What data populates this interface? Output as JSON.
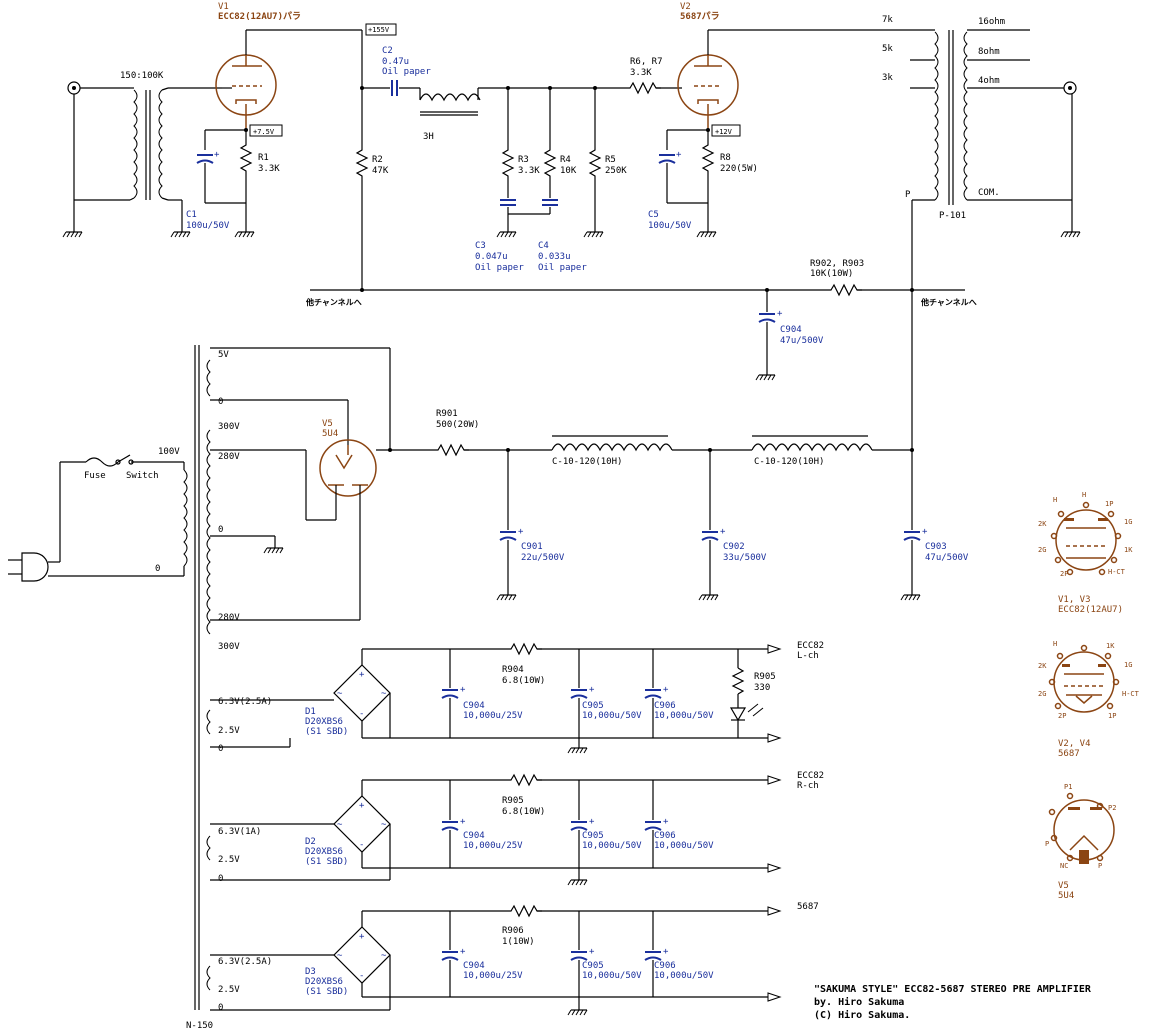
{
  "tubes": {
    "v1": {
      "ref": "V1",
      "type": "ECC82(12AU7)パラ"
    },
    "v2": {
      "ref": "V2",
      "type": "5687パラ"
    },
    "v5": {
      "ref": "V5",
      "type": "5U4"
    }
  },
  "input": {
    "transformer_ratio": "150:100K",
    "coil": "3H"
  },
  "voltages": {
    "b_plus": "+155V",
    "v1_cathode": "+7.5V",
    "v2_cathode": "+12V"
  },
  "components": {
    "c1": {
      "ref": "C1",
      "value": "100u/50V"
    },
    "c2": {
      "ref": "C2",
      "value": "0.47u",
      "note": "Oil paper"
    },
    "c3": {
      "ref": "C3",
      "value": "0.047u",
      "note": "Oil paper"
    },
    "c4": {
      "ref": "C4",
      "value": "0.033u",
      "note": "Oil paper"
    },
    "c5": {
      "ref": "C5",
      "value": "100u/50V"
    },
    "r1": {
      "ref": "R1",
      "value": "3.3K"
    },
    "r2": {
      "ref": "R2",
      "value": "47K"
    },
    "r3": {
      "ref": "R3",
      "value": "3.3K"
    },
    "r4": {
      "ref": "R4",
      "value": "10K"
    },
    "r5": {
      "ref": "R5",
      "value": "250K"
    },
    "r67": {
      "ref": "R6, R7",
      "value": "3.3K"
    },
    "r8": {
      "ref": "R8",
      "value": "220(5W)"
    },
    "r902": {
      "ref": "R902, R903",
      "value": "10K(10W)"
    },
    "c904a": {
      "ref": "C904",
      "value": "47u/500V"
    }
  },
  "output_transformer": {
    "taps_primary": [
      "7k",
      "5k",
      "3k"
    ],
    "taps_secondary": [
      "16ohm",
      "8ohm",
      "4ohm"
    ],
    "p_label": "P",
    "com_label": "COM.",
    "model": "P-101"
  },
  "other_channel": {
    "left": "他チャンネルへ",
    "right": "他チャンネルへ"
  },
  "power": {
    "transformer": "N-150",
    "windings": [
      "5V",
      "0",
      "300V",
      "280V",
      "0",
      "280V",
      "300V",
      "6.3V(2.5A)",
      "2.5V",
      "0",
      "6.3V(1A)",
      "2.5V",
      "0",
      "6.3V(2.5A)",
      "2.5V",
      "0"
    ],
    "primary": {
      "v100": "100V",
      "v0": "0",
      "fuse": "Fuse",
      "switch": "Switch"
    },
    "r901": {
      "ref": "R901",
      "value": "500(20W)"
    },
    "choke1": "C-10-120(10H)",
    "choke2": "C-10-120(10H)",
    "c901": {
      "ref": "C901",
      "value": "22u/500V"
    },
    "c902": {
      "ref": "C902",
      "value": "33u/500V"
    },
    "c903": {
      "ref": "C903",
      "value": "47u/500V"
    }
  },
  "heaters": [
    {
      "diode": "D1",
      "part": "D20XBS6",
      "note": "(S1 SBD)",
      "r_ref": "R904",
      "r_val": "6.8(10W)",
      "c1_ref": "C904",
      "c1_val": "10,000u/25V",
      "c2_ref": "C905",
      "c2_val": "10,000u/50V",
      "c3_ref": "C906",
      "c3_val": "10,000u/50V",
      "out1": "ECC82",
      "out2": "L-ch",
      "led_ref": "R905",
      "led_val": "330"
    },
    {
      "diode": "D2",
      "part": "D20XBS6",
      "note": "(S1 SBD)",
      "r_ref": "R905",
      "r_val": "6.8(10W)",
      "c1_ref": "C904",
      "c1_val": "10,000u/25V",
      "c2_ref": "C905",
      "c2_val": "10,000u/50V",
      "c3_ref": "C906",
      "c3_val": "10,000u/50V",
      "out1": "ECC82",
      "out2": "R-ch"
    },
    {
      "diode": "D3",
      "part": "D20XBS6",
      "note": "(S1 SBD)",
      "r_ref": "R906",
      "r_val": "1(10W)",
      "c1_ref": "C904",
      "c1_val": "10,000u/25V",
      "c2_ref": "C905",
      "c2_val": "10,000u/50V",
      "c3_ref": "C906",
      "c3_val": "10,000u/50V",
      "out1": "5687"
    }
  ],
  "pinouts": [
    {
      "line1": "V1, V3",
      "line2": "ECC82(12AU7)",
      "pins": [
        "H",
        "H",
        "1P",
        "1G",
        "1K",
        "H-CT",
        "2P",
        "2G",
        "2K"
      ]
    },
    {
      "line1": "V2, V4",
      "line2": "5687",
      "pins": [
        "H",
        "1K",
        "1G",
        "H-CT",
        "1P",
        "2P",
        "2G",
        "2K"
      ]
    },
    {
      "line1": "V5",
      "line2": "5U4",
      "pins": [
        "P1",
        "P2",
        "P",
        "NC",
        "P"
      ]
    }
  ],
  "credits": {
    "title": "\"SAKUMA STYLE\" ECC82-5687 STEREO PRE AMPLIFIER",
    "by": "by. Hiro Sakuma",
    "copy": "(C) Hiro Sakuma."
  }
}
